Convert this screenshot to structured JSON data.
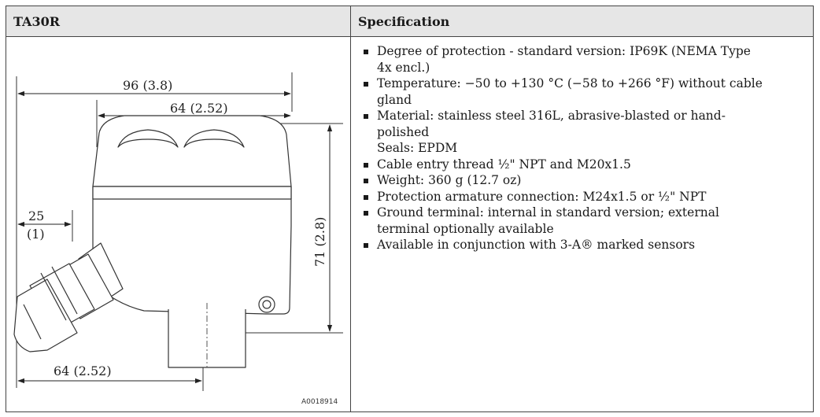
{
  "table": {
    "headers": [
      "TA30R",
      "Specification"
    ]
  },
  "drawing": {
    "dimensions": {
      "overall_width": "96 (3.8)",
      "head_width": "64 (2.52)",
      "gland_offset_top": "25",
      "gland_offset_bottom": "(1)",
      "height": "71 (2.8)",
      "base_width": "64 (2.52)"
    },
    "figure_code": "A0018914"
  },
  "specs": [
    {
      "lines": [
        "Degree of protection - standard version: IP69K (NEMA Type",
        "4x encl.)"
      ]
    },
    {
      "lines": [
        "Temperature: −50 to +130 °C (−58 to +266 °F) without cable",
        "gland"
      ]
    },
    {
      "lines": [
        "Material: stainless steel 316L, abrasive-blasted or hand-",
        "polished",
        "Seals: EPDM"
      ]
    },
    {
      "lines": [
        "Cable entry thread ½\" NPT and M20x1.5"
      ]
    },
    {
      "lines": [
        "Weight: 360 g (12.7 oz)"
      ]
    },
    {
      "lines": [
        "Protection armature connection: M24x1.5 or ½\" NPT"
      ]
    },
    {
      "lines": [
        "Ground terminal: internal in standard version; external",
        "terminal optionally available"
      ]
    },
    {
      "lines": [
        "Available in conjunction with 3-A® marked sensors"
      ]
    }
  ]
}
